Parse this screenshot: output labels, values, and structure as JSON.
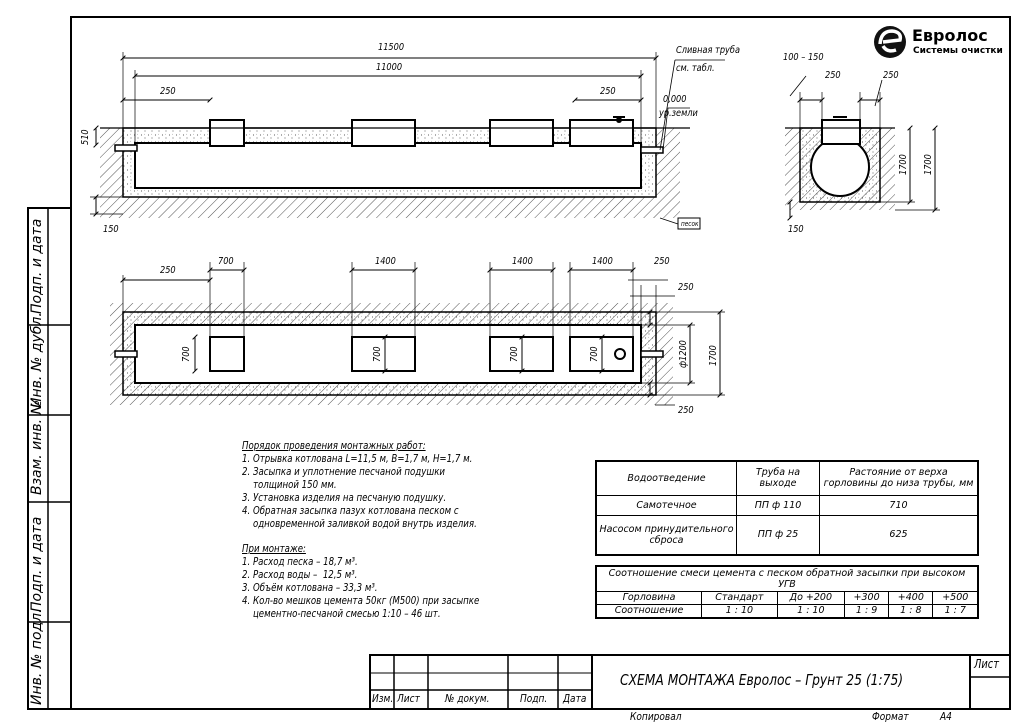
{
  "logo": {
    "name": "Евролос",
    "subtitle": "Системы очистки",
    "icon": "evrolos-e-logo"
  },
  "side_labels": [
    "Подп. и дата",
    "Инв. № дубл.",
    "Взам. инв. №",
    "Подп. и дата",
    "Инв. № подл."
  ],
  "top_view": {
    "dims": {
      "total": "11500",
      "inner": "11000",
      "left": "250",
      "right": "250",
      "height": "510",
      "bottom": "150"
    },
    "drain_label": "Сливная труба",
    "drain_sub": "см. табл.",
    "level": "0,000",
    "ground": "ур.земли",
    "sand": "песок"
  },
  "side_view": {
    "dims": {
      "top": "100 – 150",
      "left": "250",
      "right": "250",
      "inner_h": "1700",
      "outer_h": "1700",
      "bottom": "150"
    }
  },
  "plan_view": {
    "dims": {
      "left": "250",
      "hatch1": "700",
      "gap1": "1400",
      "gap2": "1400",
      "gap3": "1400",
      "right": "250",
      "right_top": "250",
      "right_bottom": "250",
      "diam": "ф1200",
      "height": "1700"
    },
    "hatch_labels": [
      "700",
      "700",
      "700",
      "700"
    ]
  },
  "procedure": {
    "title": "Порядок проведения монтажных работ:",
    "steps": [
      "1. Отрывка котлована L=11,5 м, B=1,7 м, H=1,7 м.",
      "2. Засыпка и уплотнение песчаной подушки",
      "    толщиной 150 мм.",
      "3. Установка изделия на песчаную подушку.",
      "4. Обратная засыпка пазух котлована песком с",
      "    одновременной заливкой водой внутрь изделия."
    ]
  },
  "montage": {
    "title": "При монтаже:",
    "items": [
      "1. Расход песка – 18,7 м³.",
      "2. Расход воды –  12,5 м³.",
      "3. Объём котлована – 33,3 м³.",
      "4. Кол-во мешков цемента 50кг (М500) при засыпке",
      "    цементно-песчаной смесью 1:10 – 46 шт."
    ]
  },
  "table1": {
    "headers": [
      "Водоотведение",
      "Труба на выходе",
      "Растояние от верха горловины до низа трубы, мм"
    ],
    "rows": [
      [
        "Самотечное",
        "ПП ф 110",
        "710"
      ],
      [
        "Насосом принудительного сброса",
        "ПП ф 25",
        "625"
      ]
    ]
  },
  "table2": {
    "title": "Соотношение смеси цемента с песком обратной засыпки при высоком УГВ",
    "row1": [
      "Горловина",
      "Стандарт",
      "До +200",
      "+300",
      "+400",
      "+500"
    ],
    "row2": [
      "Соотношение",
      "1 : 10",
      "1 : 10",
      "1 : 9",
      "1 : 8",
      "1 : 7"
    ]
  },
  "stamp": {
    "title": "СХЕМА МОНТАЖА Евролос – Грунт 25 (1:75)",
    "sheet_label": "Лист",
    "cols": [
      "Изм.",
      "Лист",
      "№ докум.",
      "Подп.",
      "Дата"
    ],
    "copied": "Копировал",
    "format_label": "Формат",
    "format": "А4"
  }
}
